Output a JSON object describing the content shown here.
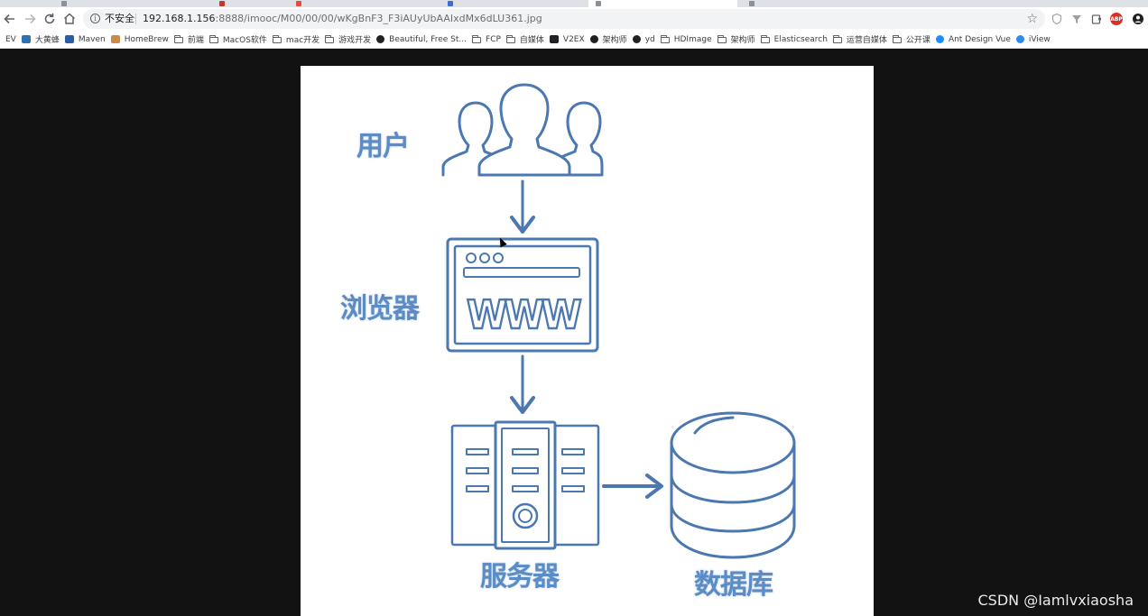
{
  "browser": {
    "address_bar": {
      "security_label": "不安全",
      "url_host": "192.168.1.156",
      "url_path": ":8888/imooc/M00/00/00/wKgBnF3_F3iAUyUbAAIxdMx6dLU361.jpg"
    },
    "extensions": [
      {
        "icon": "shield-icon",
        "color": "#9aa0a6",
        "label": ""
      },
      {
        "icon": "funnel-icon",
        "color": "#9aa0a6",
        "label": ""
      },
      {
        "icon": "puzzle-icon",
        "color": "#5f6368",
        "label": ""
      },
      {
        "icon": "adblock-icon",
        "color": "#d93025",
        "label": "ABP"
      },
      {
        "icon": "profile-icon",
        "color": "#202124",
        "label": ""
      }
    ],
    "bookmarks": [
      {
        "label": "EV",
        "icon": "ev-icon",
        "color": "#7cbb3a"
      },
      {
        "label": "大黄蜂",
        "icon": "shield-icon",
        "color": "#2f6fb3"
      },
      {
        "label": "Maven",
        "icon": "maven-icon",
        "color": "#2b5ea7"
      },
      {
        "label": "HomeBrew",
        "icon": "beer-icon",
        "color": "#c98b4a"
      },
      {
        "label": "前端",
        "icon": "folder-icon",
        "color": "#5f6368"
      },
      {
        "label": "MacOS软件",
        "icon": "folder-icon",
        "color": "#5f6368"
      },
      {
        "label": "mac开发",
        "icon": "folder-icon",
        "color": "#5f6368"
      },
      {
        "label": "游戏开发",
        "icon": "folder-icon",
        "color": "#5f6368"
      },
      {
        "label": "Beautiful, Free St...",
        "icon": "camera-icon",
        "color": "#202124"
      },
      {
        "label": "FCP",
        "icon": "folder-icon",
        "color": "#5f6368"
      },
      {
        "label": "自媒体",
        "icon": "folder-icon",
        "color": "#5f6368"
      },
      {
        "label": "V2EX",
        "icon": "v2ex-icon",
        "color": "#202124"
      },
      {
        "label": "架构师",
        "icon": "github-icon",
        "color": "#202124"
      },
      {
        "label": "yd",
        "icon": "github-icon",
        "color": "#202124"
      },
      {
        "label": "HDImage",
        "icon": "folder-icon",
        "color": "#5f6368"
      },
      {
        "label": "架构师",
        "icon": "folder-icon",
        "color": "#5f6368"
      },
      {
        "label": "Elasticsearch",
        "icon": "folder-icon",
        "color": "#5f6368"
      },
      {
        "label": "运营自媒体",
        "icon": "folder-icon",
        "color": "#5f6368"
      },
      {
        "label": "公开课",
        "icon": "folder-icon",
        "color": "#5f6368"
      },
      {
        "label": "Ant Design Vue",
        "icon": "vue-icon",
        "color": "#1890ff"
      },
      {
        "label": "iView",
        "icon": "iview-icon",
        "color": "#2d8cf0"
      }
    ]
  },
  "diagram": {
    "accent_color": "#4b78b0",
    "label_color": "#5b8cc6",
    "labels": {
      "users": "用户",
      "browser": "浏览器",
      "www": "WWW",
      "server": "服务器",
      "database": "数据库"
    }
  },
  "watermark": "CSDN @Iamlvxiaosha"
}
